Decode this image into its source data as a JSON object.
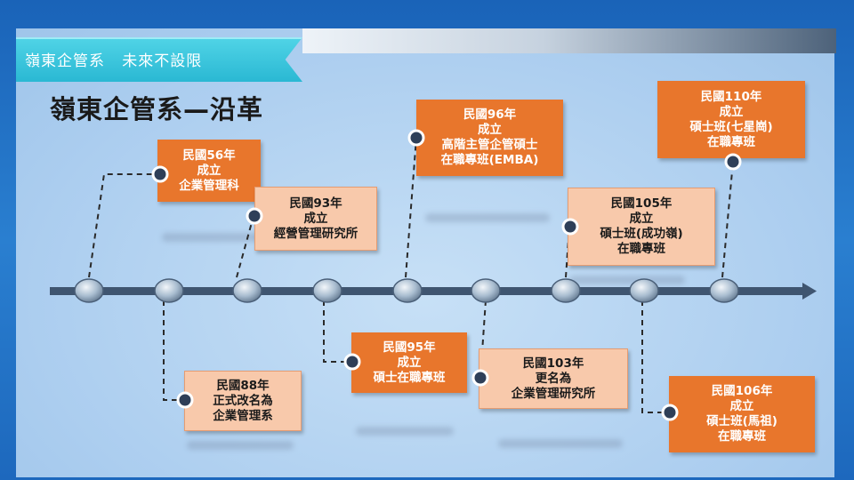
{
  "header": {
    "ribbon_text": "嶺東企管系   未來不設限",
    "title": "嶺東企管系—沿革"
  },
  "milestones": [
    {
      "lines": [
        "民國56年",
        "成立",
        "企業管理科"
      ],
      "style": "orange"
    },
    {
      "lines": [
        "民國88年",
        "正式改名為",
        "企業管理系"
      ],
      "style": "peach"
    },
    {
      "lines": [
        "民國93年",
        "成立",
        "經營管理研究所"
      ],
      "style": "peach"
    },
    {
      "lines": [
        "民國95年",
        "成立",
        "碩士在職專班"
      ],
      "style": "orange"
    },
    {
      "lines": [
        "民國96年",
        "成立",
        "高階主管企管碩士",
        "在職專班(EMBA)"
      ],
      "style": "orange"
    },
    {
      "lines": [
        "民國103年",
        "更名為",
        "企業管理研究所"
      ],
      "style": "peach"
    },
    {
      "lines": [
        "民國105年",
        "成立",
        "碩士班(成功嶺)",
        "在職專班"
      ],
      "style": "peach"
    },
    {
      "lines": [
        "民國106年",
        "成立",
        "碩士班(馬祖)",
        "在職專班"
      ],
      "style": "orange"
    },
    {
      "lines": [
        "民國110年",
        "成立",
        "碩士班(七星崗)",
        "在職專班"
      ],
      "style": "orange"
    }
  ],
  "colors": {
    "orange": "#e8762c",
    "peach": "#f8c9ab",
    "timeline": "#3f5570",
    "dot": "#2e3f58"
  }
}
